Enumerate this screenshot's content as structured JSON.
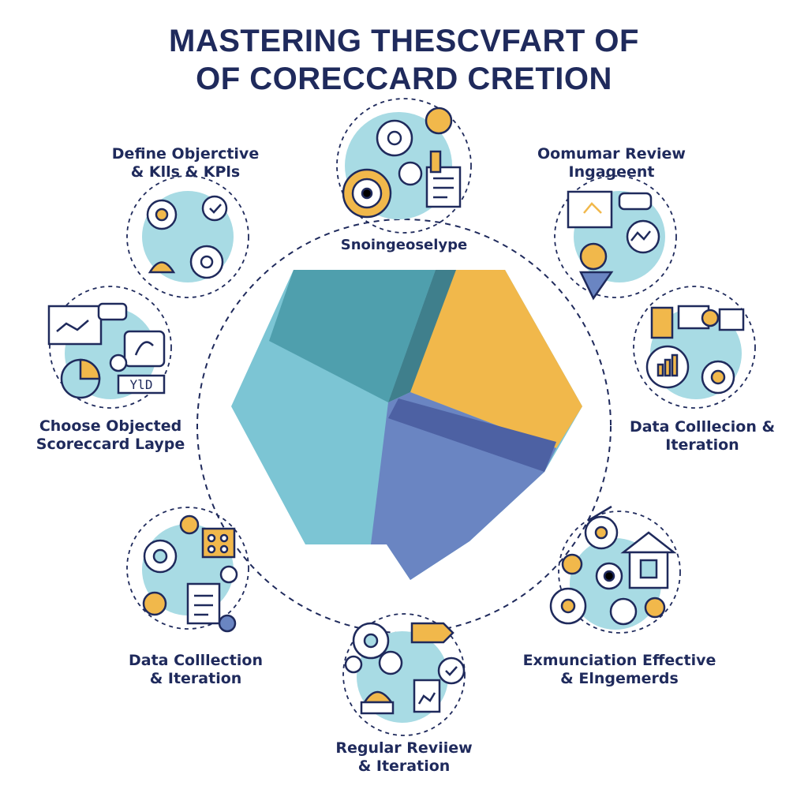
{
  "title": {
    "line1": "MASTERING THESCVFART OF",
    "line2": "OF CORECCARD CRETION"
  },
  "center": {
    "label": "Snoingeoselype"
  },
  "nodes": [
    {
      "lines": [
        "Define Objerctive",
        "& Klls & KPls"
      ],
      "icon": "gears-target-icon"
    },
    {
      "lines": [
        "Oomumar Review",
        "Ingageent"
      ],
      "icon": "dashboard-chart-icon"
    },
    {
      "lines": [
        "Choose Objected",
        "Scoreccard Laype"
      ],
      "icon": "monitor-pie-chart-icon"
    },
    {
      "lines": [
        "Data Colllecion &",
        "Iteration"
      ],
      "icon": "bar-chart-gear-icon"
    },
    {
      "lines": [
        "Data Colllection",
        "& Iteration"
      ],
      "icon": "gear-board-icon"
    },
    {
      "lines": [
        "Exmunciation Effective",
        "& Elngemerds"
      ],
      "icon": "house-gears-icon"
    },
    {
      "lines": [
        "Regular Reviiew",
        "& Iteration"
      ],
      "icon": "review-gears-icon"
    }
  ],
  "top_icon": "gears-document-icon",
  "badge_text": "YlD",
  "colors": {
    "navy": "#1f2a5c",
    "teal_light": "#7cc5d4",
    "teal_dark": "#4a9aa8",
    "yellow": "#f1b84b",
    "blue": "#6a85c2",
    "blue_dark": "#4d61a3",
    "circle_fill": "#a8dbe4"
  }
}
